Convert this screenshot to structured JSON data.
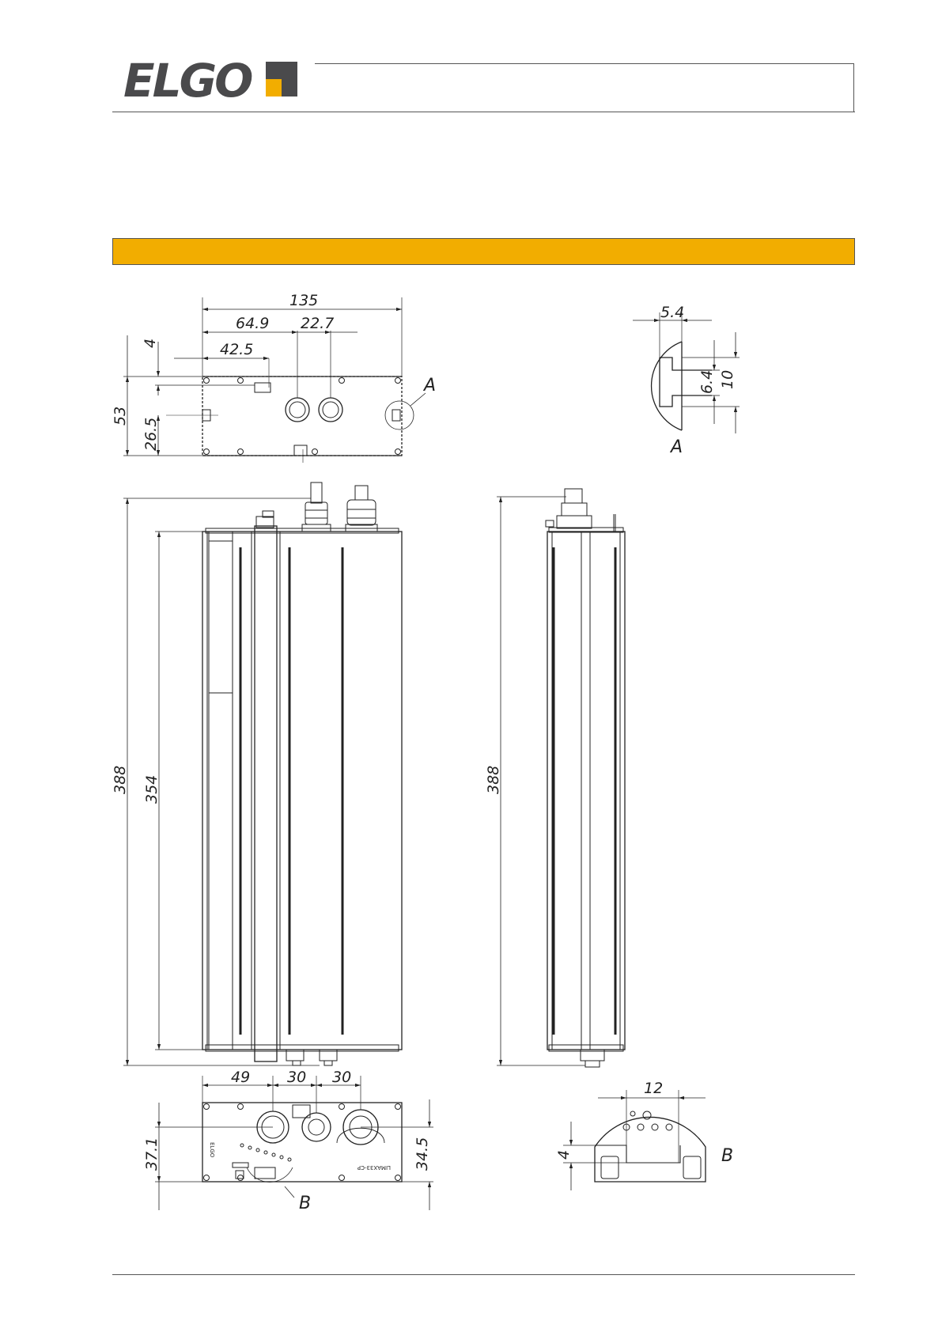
{
  "brand": {
    "name": "ELGO"
  },
  "dimensions": {
    "top_view": {
      "d135": "135",
      "d64_9": "64.9",
      "d22_7": "22.7",
      "d42_5": "42.5",
      "d4": "4",
      "d53": "53",
      "d26_5": "26.5",
      "detail_label": "A"
    },
    "detail_a": {
      "d5_4": "5.4",
      "d6_4": "6.4",
      "d10": "10",
      "label": "A"
    },
    "front_view": {
      "d388": "388",
      "d354": "354"
    },
    "side_view": {
      "d388": "388"
    },
    "bottom_view": {
      "d49": "49",
      "d30a": "30",
      "d30b": "30",
      "d37_1": "37.1",
      "d34_5": "34.5",
      "detail_label": "B",
      "brand_mark": "ELGO",
      "product_text": "LIMAX33-CP"
    },
    "detail_b": {
      "d12": "12",
      "d4": "4",
      "label": "B"
    }
  },
  "colors": {
    "accent": "#f2ad00",
    "logo_gray": "#4a4a4c",
    "line": "#222222"
  }
}
